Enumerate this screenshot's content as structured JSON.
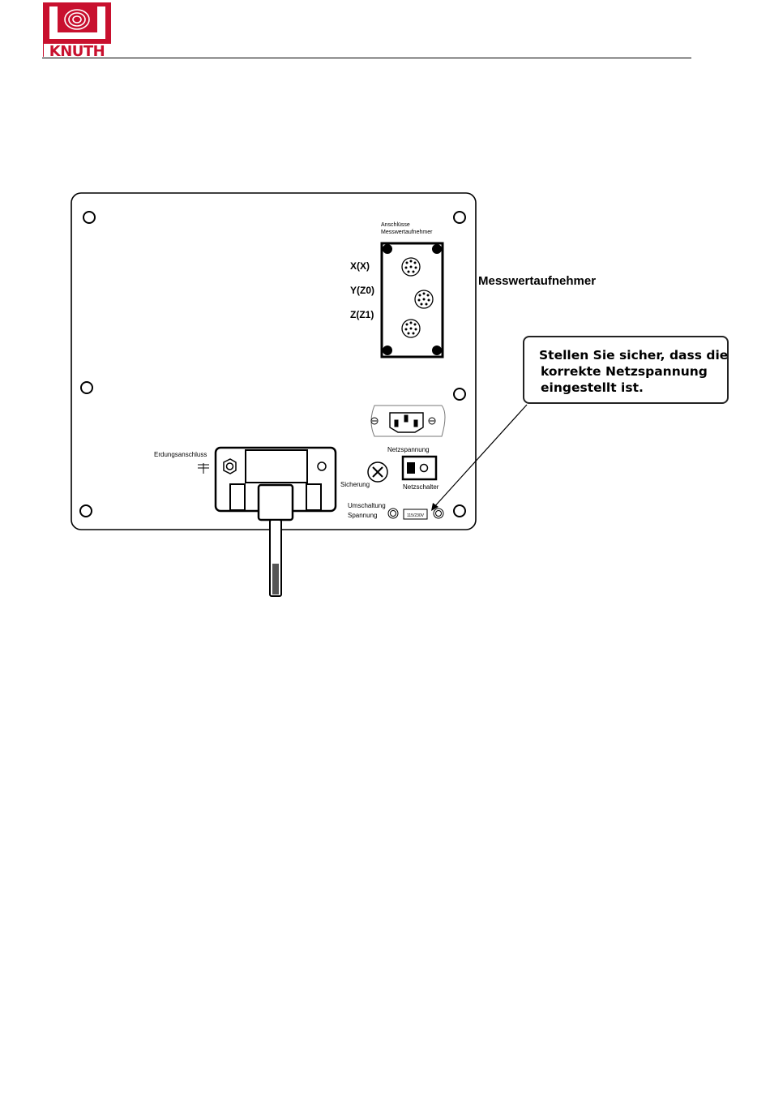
{
  "header": {
    "logo_text": "KNUTH",
    "brand_color": "#c8102e"
  },
  "diagram": {
    "sensor_block_title_line1": "Anschlüsse",
    "sensor_block_title_line2": "Messwertaufnehmer",
    "axis_labels": [
      "X(X)",
      "Y(Z0)",
      "Z(Z1)"
    ],
    "side_label_sensors": "Messwertaufnehmer",
    "power_socket_label": "Netzspannung",
    "ground_label": "Erdungsanschluss",
    "fuse_label": "Sicherung",
    "switch_label": "Netzschalter",
    "voltage_select_label_line1": "Umschaltung",
    "voltage_select_label_line2": "Spannung",
    "voltage_select_value": "115/230V"
  },
  "callout": {
    "line1": "Stellen Sie sicher, dass die",
    "line2": "korrekte Netzspannung",
    "line3": "eingestellt ist."
  }
}
